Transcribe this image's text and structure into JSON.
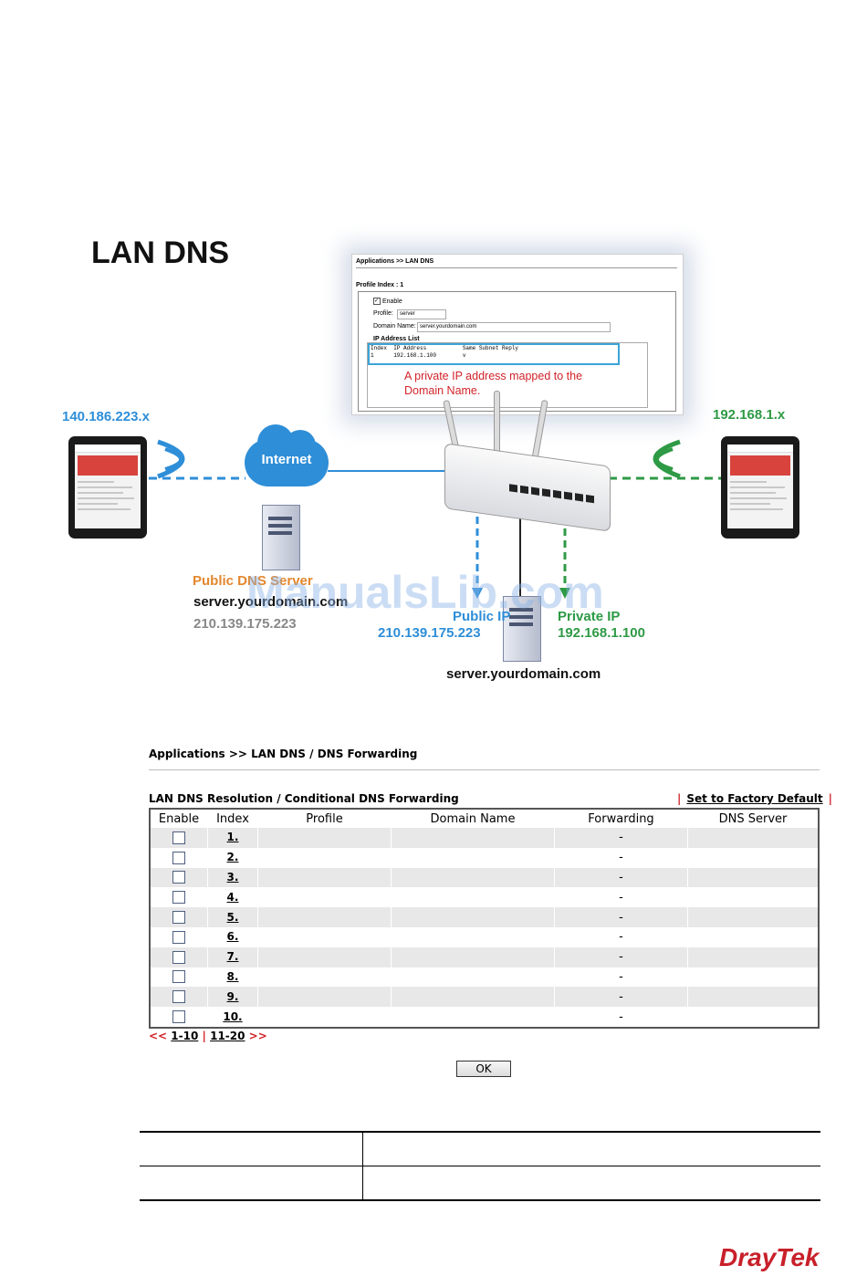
{
  "diagram": {
    "title": "LAN DNS",
    "screenshot": {
      "breadcrumb": "Applications >> LAN DNS",
      "profile_index": "Profile Index : 1",
      "enable_label": "Enable",
      "profile_label": "Profile:",
      "profile_value": "server",
      "domain_label": "Domain Name:",
      "domain_value": "server.yourdomain.com",
      "ip_list_label": "IP Address List",
      "list_header": "Index  IP Address           Same Subnet Reply",
      "list_row": "1      192.168.1.100        v"
    },
    "annotation_line1": "A private IP address mapped to the",
    "annotation_line2": "Domain Name.",
    "left_ip": "140.186.223.x",
    "right_ip": "192.168.1.x",
    "internet_label": "Internet",
    "public_dns_label": "Public DNS Server",
    "public_dns_domain": "server.yourdomain.com",
    "public_dns_ip": "210.139.175.223",
    "public_ip_label": "Public IP",
    "public_ip_value": "210.139.175.223",
    "private_ip_label": "Private IP",
    "private_ip_value": "192.168.1.100",
    "server_domain": "server.yourdomain.com",
    "colors": {
      "blue": "#2e8ed8",
      "green": "#2e9a45",
      "orange": "#e3872d",
      "red": "#d0232a"
    }
  },
  "watermark": "ManualsLib.com",
  "page": {
    "breadcrumb": "Applications >> LAN DNS / DNS Forwarding",
    "section_title": "LAN DNS Resolution / Conditional DNS Forwarding",
    "factory_link": "Set to Factory Default",
    "separator": "|",
    "columns": [
      "Enable",
      "Index",
      "Profile",
      "Domain Name",
      "Forwarding",
      "DNS Server"
    ],
    "rows": [
      {
        "index": "1.",
        "forwarding": "-"
      },
      {
        "index": "2.",
        "forwarding": "-"
      },
      {
        "index": "3.",
        "forwarding": "-"
      },
      {
        "index": "4.",
        "forwarding": "-"
      },
      {
        "index": "5.",
        "forwarding": "-"
      },
      {
        "index": "6.",
        "forwarding": "-"
      },
      {
        "index": "7.",
        "forwarding": "-"
      },
      {
        "index": "8.",
        "forwarding": "-"
      },
      {
        "index": "9.",
        "forwarding": "-"
      },
      {
        "index": "10.",
        "forwarding": "-"
      }
    ],
    "pager_prev": "<<",
    "pager_page1": "1-10",
    "pager_sep": "|",
    "pager_page2": "11-20",
    "pager_next": ">>",
    "ok_label": "OK"
  },
  "brand": "DrayTek"
}
